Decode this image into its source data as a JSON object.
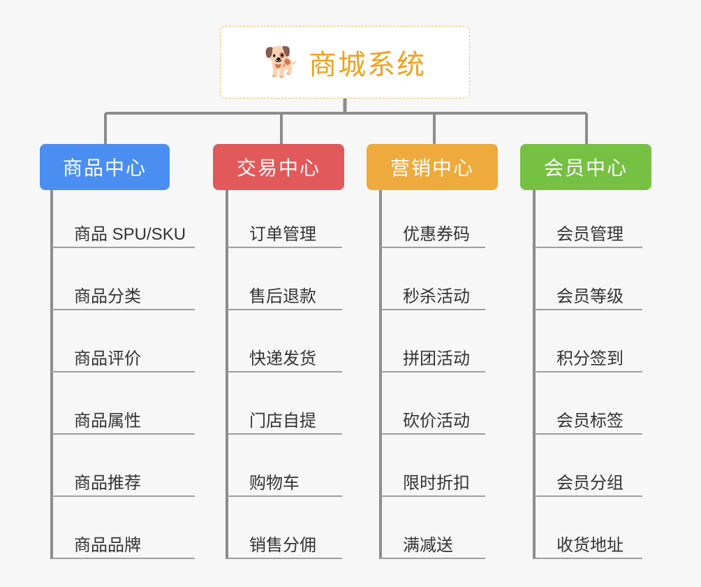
{
  "diagram": {
    "type": "org-tree",
    "background": "#f7f7f7",
    "root": {
      "icon": "shiba-dog-icon",
      "icon_glyph": "🐕",
      "title": "商城系统",
      "text_color": "#eca321",
      "border_color": "#f0b95c",
      "background": "#ffffff"
    },
    "connector_color": "#8c8c8c",
    "branches": [
      {
        "id": "product",
        "label": "商品中心",
        "color": "#4a8ef2",
        "items": [
          "商品 SPU/SKU",
          "商品分类",
          "商品评价",
          "商品属性",
          "商品推荐",
          "商品品牌"
        ]
      },
      {
        "id": "trade",
        "label": "交易中心",
        "color": "#e2595b",
        "items": [
          "订单管理",
          "售后退款",
          "快递发货",
          "门店自提",
          "购物车",
          "销售分佣"
        ]
      },
      {
        "id": "marketing",
        "label": "营销中心",
        "color": "#eeaa3c",
        "items": [
          "优惠券码",
          "秒杀活动",
          "拼团活动",
          "砍价活动",
          "限时折扣",
          "满减送"
        ]
      },
      {
        "id": "member",
        "label": "会员中心",
        "color": "#76c044",
        "items": [
          "会员管理",
          "会员等级",
          "积分签到",
          "会员标签",
          "会员分组",
          "收货地址"
        ]
      }
    ]
  }
}
